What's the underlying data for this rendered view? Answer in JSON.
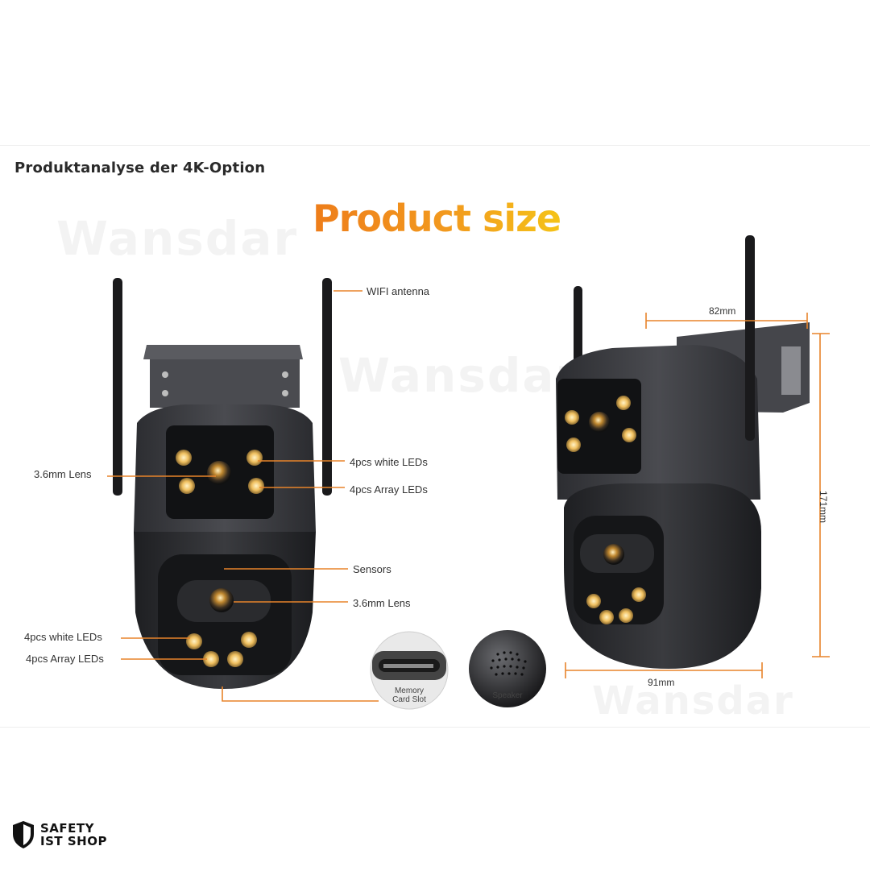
{
  "heading": "Produktanalyse der 4K-Option",
  "title": "Product size",
  "watermark": "Wansdar",
  "labels": {
    "wifi_antenna": "WIFI antenna",
    "lens_top": "3.6mm Lens",
    "white_leds_top": "4pcs white LEDs",
    "array_leds_top": "4pcs Array LEDs",
    "sensors": "Sensors",
    "lens_bottom": "3.6mm Lens",
    "white_leds_bottom": "4pcs white LEDs",
    "array_leds_bottom": "4pcs Array LEDs",
    "memory_card_slot": "Memory Card Slot",
    "speaker": "Speaker"
  },
  "dimensions": {
    "width_top": "82mm",
    "height": "171mm",
    "width_bottom": "91mm"
  },
  "logo": {
    "line1": "SAFETY",
    "line2": "IST SHOP"
  },
  "colors": {
    "accent_orange": "#e8842a",
    "camera_body": "#3b3c40",
    "led_warm": "#f3c46a"
  }
}
